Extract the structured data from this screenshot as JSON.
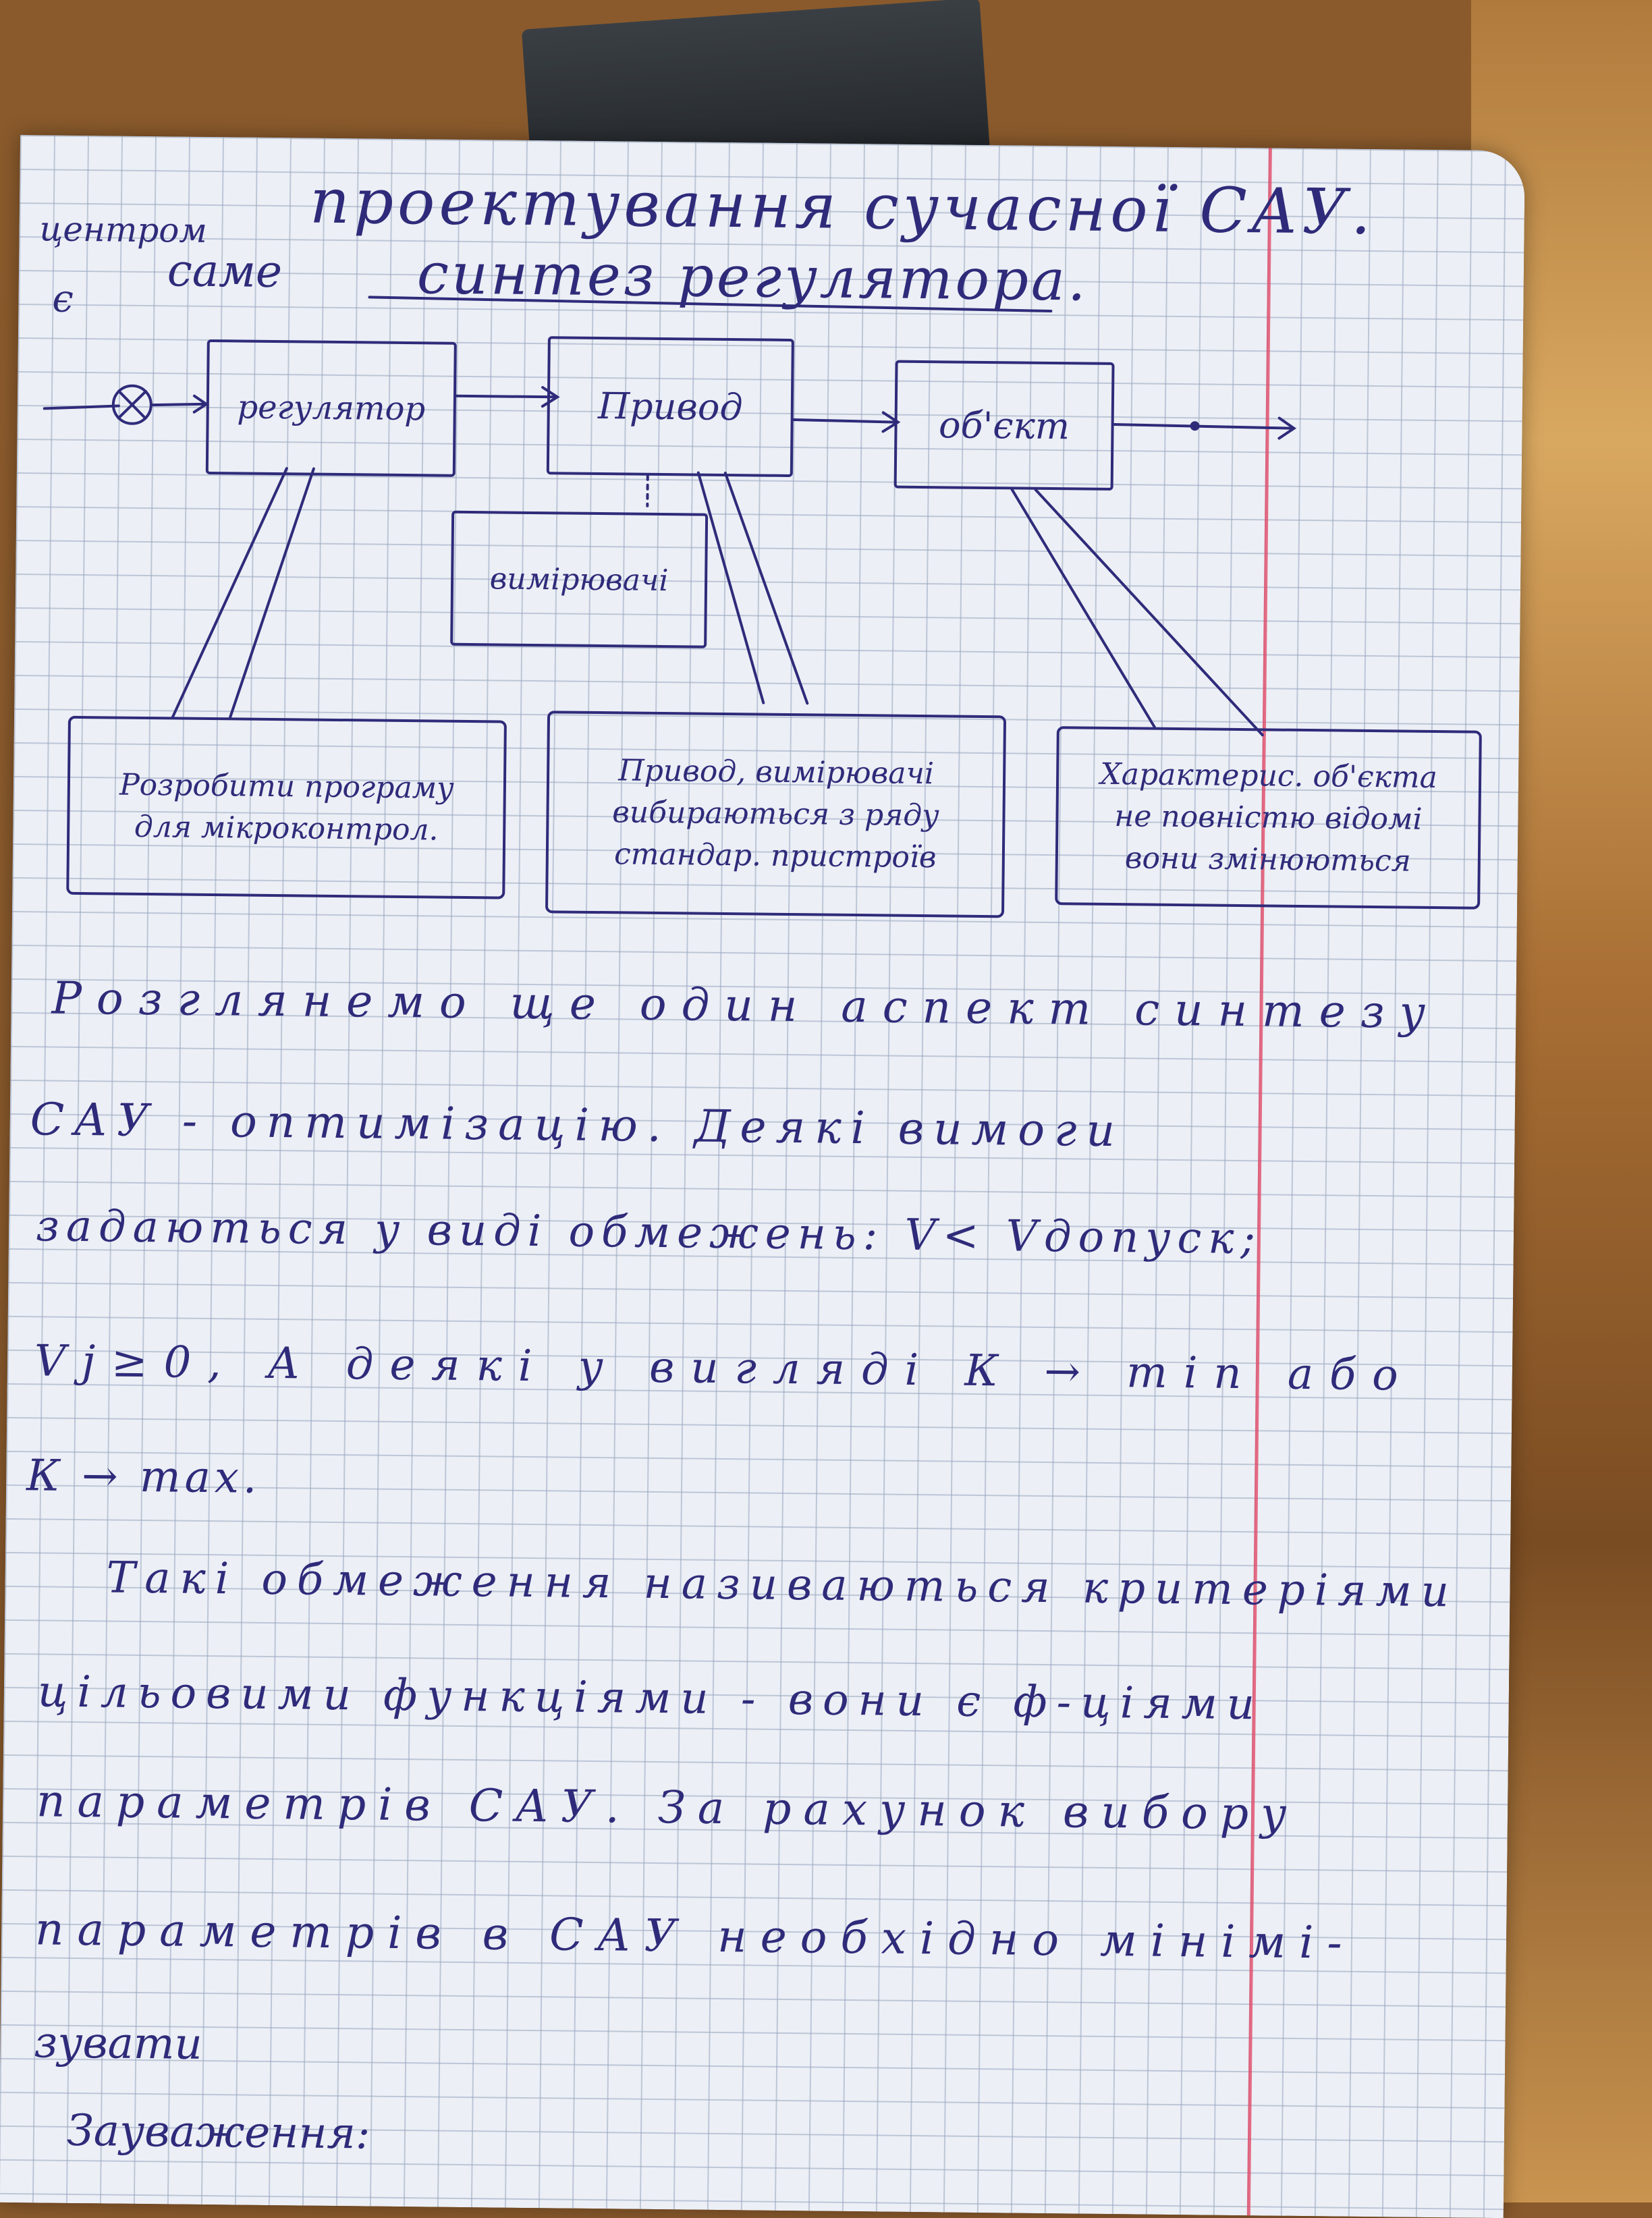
{
  "heading": {
    "line1_prefix": "центром",
    "line1_title": "проектування сучасної САУ.",
    "line2_prefix": "є",
    "line2_word": "саме",
    "line2_underlined": "синтез регулятора."
  },
  "diagram": {
    "blocks": {
      "regulator": "регулятор",
      "drive": "Привод",
      "object": "об'єкт",
      "measuring": "вимірювачі"
    },
    "notes": {
      "left": [
        "Розробити програму",
        "для мікроконтрол."
      ],
      "middle": [
        "Привод, вимірювачі",
        "вибираються з ряду",
        "стандар. пристроїв"
      ],
      "right": [
        "Характерис. об'єкта",
        "не повністю відомі",
        "вони змінюються"
      ]
    }
  },
  "body_lines": [
    "Розглянемо ще один аспект синтезу",
    "САУ - оптимізацію. Деякі вимоги",
    "задаються у виді обмежень: V< Vдопуск;",
    "Vj≥0, А деякі у вигляді К → min або",
    "К → max.",
    "Такі обмеження називаються критеріями",
    "цільовими функціями - вони є ф-ціями",
    "параметрів САУ. За рахунок вибору",
    "параметрів в САУ необхідно мінімі-",
    "зувати",
    "Зауваження:"
  ],
  "colors": {
    "ink": "#2f2b7a",
    "margin_line": "#e24a68",
    "paper": "#eceff5",
    "grid": "#96a5be",
    "desk": "#8a5a2c"
  }
}
